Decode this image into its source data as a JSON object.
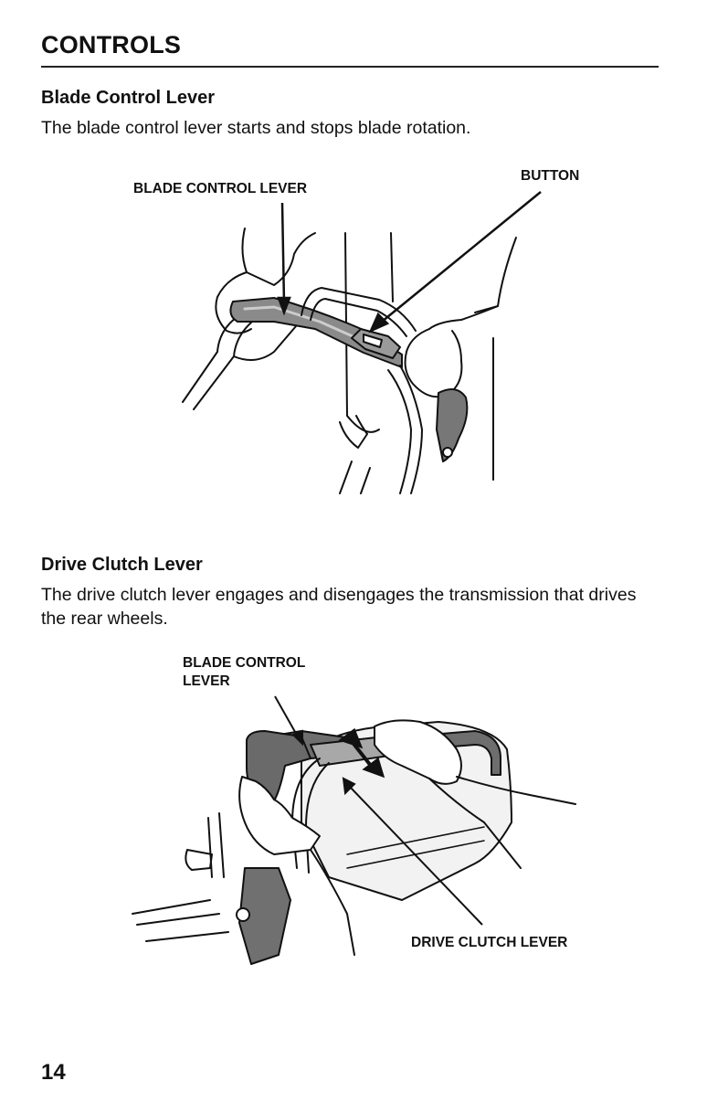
{
  "page": {
    "title": "CONTROLS",
    "number": "14"
  },
  "sections": [
    {
      "heading": "Blade Control Lever",
      "body": "The blade control lever starts and stops blade rotation.",
      "figure": {
        "labels": [
          "BLADE CONTROL LEVER",
          "BUTTON"
        ]
      }
    },
    {
      "heading": "Drive Clutch Lever",
      "body": "The drive clutch lever engages and disengages the transmission that drives the rear wheels.",
      "figure": {
        "labels": [
          "BLADE CONTROL\nLEVER",
          "DRIVE CLUTCH LEVER"
        ]
      }
    }
  ]
}
